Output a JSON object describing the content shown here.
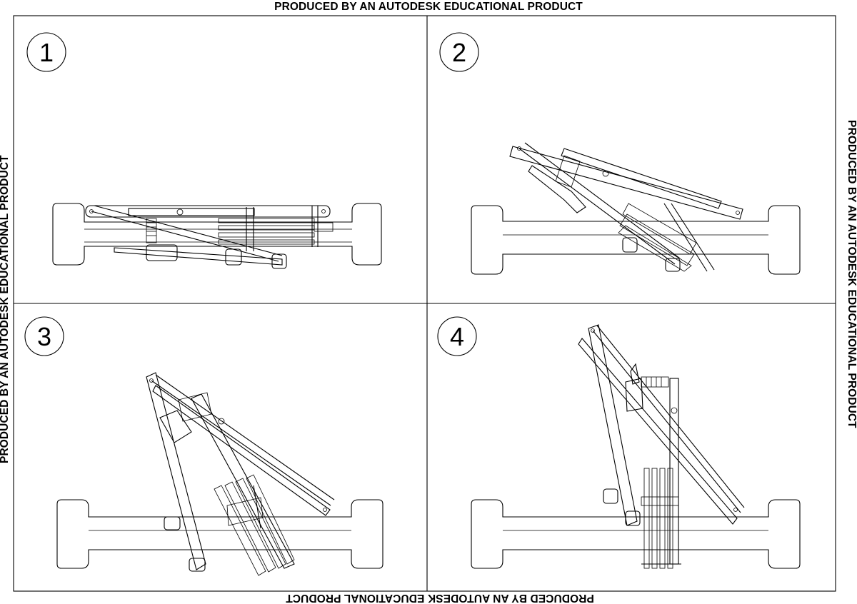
{
  "watermark": {
    "top": "PRODUCED BY AN AUTODESK EDUCATIONAL PRODUCT",
    "bottom": "PRODUCED BY AN AUTODESK EDUCATIONAL PRODUCT",
    "left": "PRODUCED BY AN AUTODESK EDUCATIONAL PRODUCT",
    "right": "PRODUCED BY AN AUTODESK EDUCATIONAL PRODUCT"
  },
  "panels": [
    {
      "label": "1"
    },
    {
      "label": "2"
    },
    {
      "label": "3"
    },
    {
      "label": "4"
    }
  ]
}
